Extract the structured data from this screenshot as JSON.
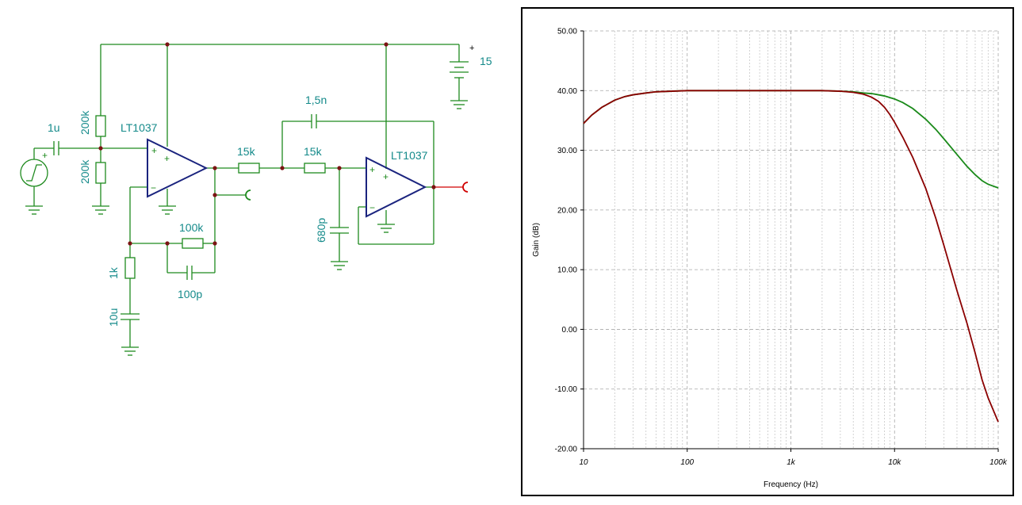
{
  "schematic": {
    "labels": {
      "source_cap": "1u",
      "r_bias_top": "200k",
      "r_bias_bottom": "200k",
      "opamp1": "LT1037",
      "opamp2": "LT1037",
      "r_feedback": "100k",
      "c_feedback": "100p",
      "r_ground": "1k",
      "c_ground": "10u",
      "r_filter1": "15k",
      "r_filter2": "15k",
      "c_filter_feedback": "1,5n",
      "c_filter_shunt": "680p",
      "supply_voltage": "15",
      "supply_plus": "+"
    },
    "colors": {
      "wire": "#1e8a1e",
      "opamp": "#1a237e",
      "label": "#148a8a",
      "output": "#d00000"
    }
  },
  "chart_data": {
    "type": "line",
    "xlabel": "Frequency (Hz)",
    "ylabel": "Gain (dB)",
    "xscale": "log",
    "xlim": [
      10,
      100000
    ],
    "ylim": [
      -20,
      50
    ],
    "x_ticks": [
      10,
      100,
      1000,
      10000,
      100000
    ],
    "x_tick_labels": [
      "10",
      "100",
      "1k",
      "10k",
      "100k"
    ],
    "y_ticks": [
      -20,
      -10,
      0,
      10,
      20,
      30,
      40,
      50
    ],
    "y_tick_labels": [
      "-20.00",
      "-10.00",
      "0.00",
      "10.00",
      "20.00",
      "30.00",
      "40.00",
      "50.00"
    ],
    "grid": true,
    "series": [
      {
        "color": "#1a8a1a",
        "x": [
          10,
          12,
          15,
          20,
          25,
          30,
          40,
          50,
          70,
          100,
          150,
          200,
          300,
          500,
          1000,
          2000,
          3000,
          4000,
          5000,
          6000,
          7000,
          8000,
          10000,
          12000,
          15000,
          20000,
          25000,
          30000,
          40000,
          50000,
          60000,
          70000,
          80000,
          100000
        ],
        "y": [
          34.5,
          35.9,
          37.2,
          38.4,
          39.0,
          39.3,
          39.6,
          39.8,
          39.9,
          40.0,
          40.0,
          40.0,
          40.0,
          40.0,
          40.0,
          40.0,
          39.9,
          39.8,
          39.6,
          39.5,
          39.3,
          39.1,
          38.6,
          38.0,
          37.0,
          35.2,
          33.5,
          31.9,
          29.3,
          27.3,
          25.9,
          24.9,
          24.3,
          23.7
        ]
      },
      {
        "color": "#8b0000",
        "x": [
          10,
          12,
          15,
          20,
          25,
          30,
          40,
          50,
          70,
          100,
          150,
          200,
          300,
          500,
          1000,
          2000,
          3000,
          4000,
          5000,
          6000,
          7000,
          8000,
          9000,
          10000,
          12000,
          15000,
          20000,
          25000,
          30000,
          40000,
          50000,
          60000,
          70000,
          80000,
          100000
        ],
        "y": [
          34.5,
          35.9,
          37.2,
          38.4,
          39.0,
          39.3,
          39.6,
          39.8,
          39.9,
          40.0,
          40.0,
          40.0,
          40.0,
          40.0,
          40.0,
          40.0,
          39.9,
          39.7,
          39.4,
          38.9,
          38.2,
          37.2,
          36.0,
          34.7,
          32.2,
          28.8,
          23.6,
          18.6,
          14.0,
          6.5,
          1.0,
          -4.0,
          -8.5,
          -11.5,
          -15.5
        ]
      }
    ]
  }
}
